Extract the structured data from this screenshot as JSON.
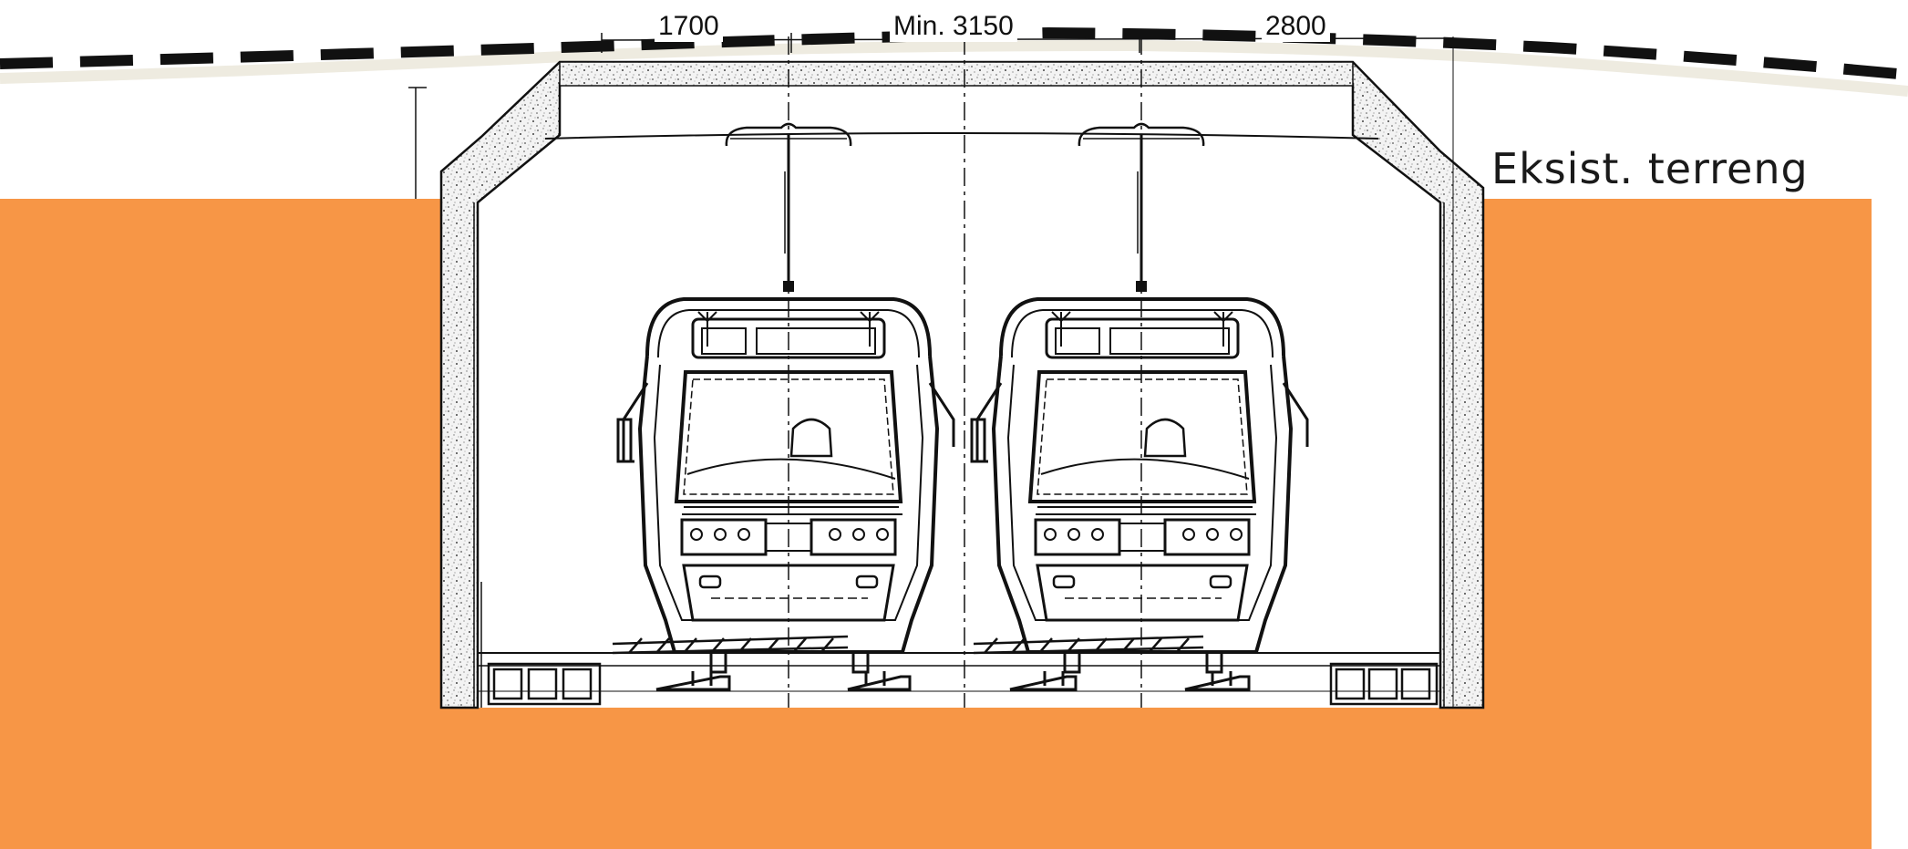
{
  "dimensions": {
    "left": "1700",
    "middle": "Min. 3150",
    "right": "2800"
  },
  "terrain_label": "Eksist. terreng",
  "colors": {
    "ground": "#F79646",
    "terrain_band": "#EEEBE0",
    "concrete_fill": "#F2F2F2",
    "line": "#111111",
    "background": "#FFFFFF"
  },
  "trams": [
    {
      "id": "left",
      "icon": "tram-front-icon"
    },
    {
      "id": "right",
      "icon": "tram-front-icon"
    }
  ]
}
